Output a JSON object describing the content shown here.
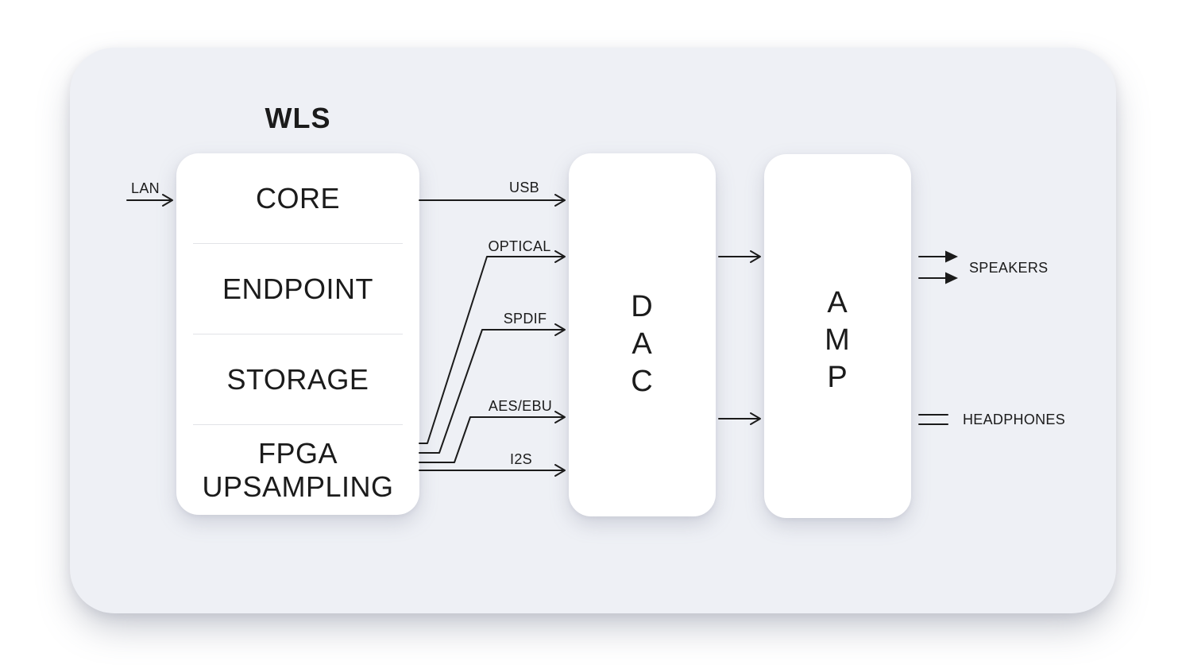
{
  "diagram": {
    "title": "WLS",
    "input": {
      "label": "LAN"
    },
    "wls": {
      "sections": [
        "CORE",
        "ENDPOINT",
        "STORAGE",
        "FPGA UPSAMPLING"
      ]
    },
    "connections": {
      "usb": "USB",
      "optical": "OPTICAL",
      "spdif": "SPDIF",
      "aes_ebu": "AES/EBU",
      "i2s": "I2S"
    },
    "dac": {
      "name": "DAC",
      "lines": [
        "D",
        "A",
        "C"
      ]
    },
    "amp": {
      "name": "AMP",
      "lines": [
        "A",
        "M",
        "P"
      ]
    },
    "outputs": {
      "speakers": "SPEAKERS",
      "headphones": "HEADPHONES"
    },
    "colors": {
      "page_background": "#ffffff",
      "panel_background": "#eef0f5",
      "node_background": "#ffffff",
      "line": "#1b1b1b",
      "text": "#1b1b1b",
      "divider": "#e2e3e7"
    }
  }
}
